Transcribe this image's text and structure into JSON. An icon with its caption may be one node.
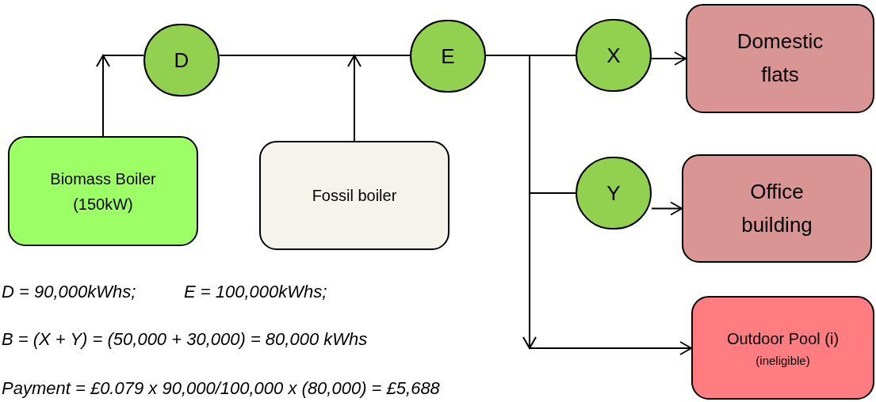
{
  "diagram": {
    "nodes": [
      {
        "text": [
          "D"
        ]
      },
      {
        "text": [
          "E"
        ]
      },
      {
        "text": [
          "X"
        ]
      },
      {
        "text": [
          "Domestic flats"
        ]
      },
      {
        "text": [
          "Biomass Boiler (150kW)"
        ]
      },
      {
        "text": [
          "Fossil boiler"
        ]
      },
      {
        "text": [
          "Y"
        ]
      },
      {
        "text": [
          "Office building"
        ]
      },
      {
        "text": [
          "Outdoor Pool (i)",
          "(ineligible)"
        ]
      }
    ],
    "edges": [
      {
        "from": 4,
        "to": 0,
        "arrow": "to"
      },
      {
        "from": 0,
        "to": 1,
        "arrow": "none"
      },
      {
        "from": 5,
        "to": 1,
        "arrow": "to"
      },
      {
        "from": 1,
        "to": 2,
        "arrow": "none"
      },
      {
        "from": 2,
        "to": 3,
        "arrow": "to"
      },
      {
        "from": 1,
        "to": 6,
        "arrow": "none"
      },
      {
        "from": 6,
        "to": 7,
        "arrow": "to"
      },
      {
        "from": 1,
        "to": 8,
        "arrow": "to"
      }
    ],
    "labels": [
      "D = 90,000kWhs;",
      "E = 100,000kWhs;",
      "B = (X + Y) = (50,000 + 30,000) = 80,000 kWhs",
      "Payment = £0.079 x 90,000/100,000 x (80,000) = £5,688"
    ]
  }
}
